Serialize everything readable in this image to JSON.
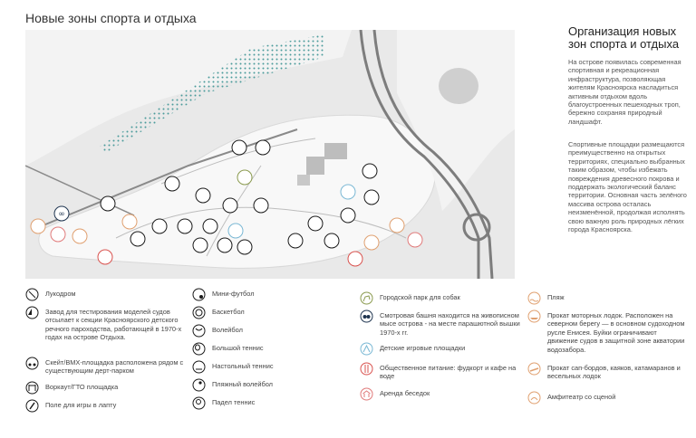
{
  "title": "Новые зоны спорта и отдыха",
  "sidebar": {
    "heading_line1": "Организация новых",
    "heading_line2": "зон спорта и отдыха",
    "para1": "На острове появилась современная спортивная и рекреационная инфраструктура, позволяющая жителям Красноярска насладиться активным отдыхом вдоль благоустроенных пешеходных троп, бережно сохраняя природный ландшафт.",
    "para2": "Спортивные площадки размещаются преимущественно на открытых территориях, специально выбранных таким образом, чтобы избежать повреждения древесного покрова и поддержать экологический баланс территории. Основная часть зелёного массива острова осталась неизменённой, продолжая исполнять свою важную роль природных лёгких города Красноярска."
  },
  "colors": {
    "sport": "#1a1a1a",
    "dogs": "#8a9a4e",
    "tower": "#1f3550",
    "kids": "#7ab8d4",
    "food": "#d9534f",
    "gazebo": "#e07a7a",
    "beach": "#e0a070",
    "water": "#8fa8c6",
    "map_bg": "#ececec",
    "land": "#f7f7f7",
    "road": "#7d7d7d"
  },
  "legend": {
    "col1": [
      {
        "icon": "archery-icon",
        "label": "Лукодром"
      },
      {
        "icon": "sailboat-icon",
        "label": "Завод для тестирования моделей судов отсылает к секции Красноярского детского речного пароходства, работающей в 1970-х годах на острове Отдыха."
      },
      {
        "icon": "skate-bmx-icon",
        "label": "Скейт/BMX-площадка расположена рядом с существующим дерт-парком"
      },
      {
        "icon": "workout-icon",
        "label": "Воркаут/ГТО площадка"
      },
      {
        "icon": "lapta-icon",
        "label": "Поле для игры в лапту"
      }
    ],
    "col2": [
      {
        "icon": "mini-football-icon",
        "label": "Мини-футбол"
      },
      {
        "icon": "basketball-icon",
        "label": "Баскетбол"
      },
      {
        "icon": "volleyball-icon",
        "label": "Волейбол"
      },
      {
        "icon": "tennis-icon",
        "label": "Большой теннис"
      },
      {
        "icon": "table-tennis-icon",
        "label": "Настольный теннис"
      },
      {
        "icon": "beach-volleyball-icon",
        "label": "Пляжный волейбол"
      },
      {
        "icon": "padel-icon",
        "label": "Падел теннис"
      }
    ],
    "col3": [
      {
        "icon": "dog-park-icon",
        "label": "Городской парк для собак"
      },
      {
        "icon": "binoculars-icon",
        "label": "Смотровая башня находится на живописном мысе острова - на месте парашютной вышки 1970-х гг."
      },
      {
        "icon": "playground-icon",
        "label": "Детские игровые площадки"
      },
      {
        "icon": "food-icon",
        "label": "Общественное питание: фудкорт и кафе на воде"
      },
      {
        "icon": "gazebo-icon",
        "label": "Аренда беседок"
      }
    ],
    "col4": [
      {
        "icon": "beach-icon",
        "label": "Пляж"
      },
      {
        "icon": "motorboat-icon",
        "label": "Прокат моторных лодок. Расположен на северном берегу — в основном судоходном русле Енисея. Буйки ограничивают движение судов в защитной зоне акватории водозабора."
      },
      {
        "icon": "sup-kayak-icon",
        "label": "Прокат сап-бордов, каяков, катамаранов и весельных лодок"
      },
      {
        "icon": "amphitheatre-icon",
        "label": "Амфитеатр со сценой"
      }
    ]
  },
  "map_markers": [
    {
      "name": "tower",
      "kind": "tower",
      "glyph": "⌂"
    },
    {
      "name": "gazebo",
      "kind": "gazebo",
      "glyph": "⌂"
    },
    {
      "name": "beach",
      "kind": "beach",
      "glyph": "≈"
    },
    {
      "name": "food",
      "kind": "food",
      "glyph": "Ψ"
    },
    {
      "name": "archery",
      "kind": "sport",
      "glyph": "⊘"
    },
    {
      "name": "dogs",
      "kind": "dogs",
      "glyph": "♞"
    },
    {
      "name": "kids",
      "kind": "kids",
      "glyph": "☺"
    },
    {
      "name": "sup",
      "kind": "beach",
      "glyph": "≈"
    }
  ]
}
